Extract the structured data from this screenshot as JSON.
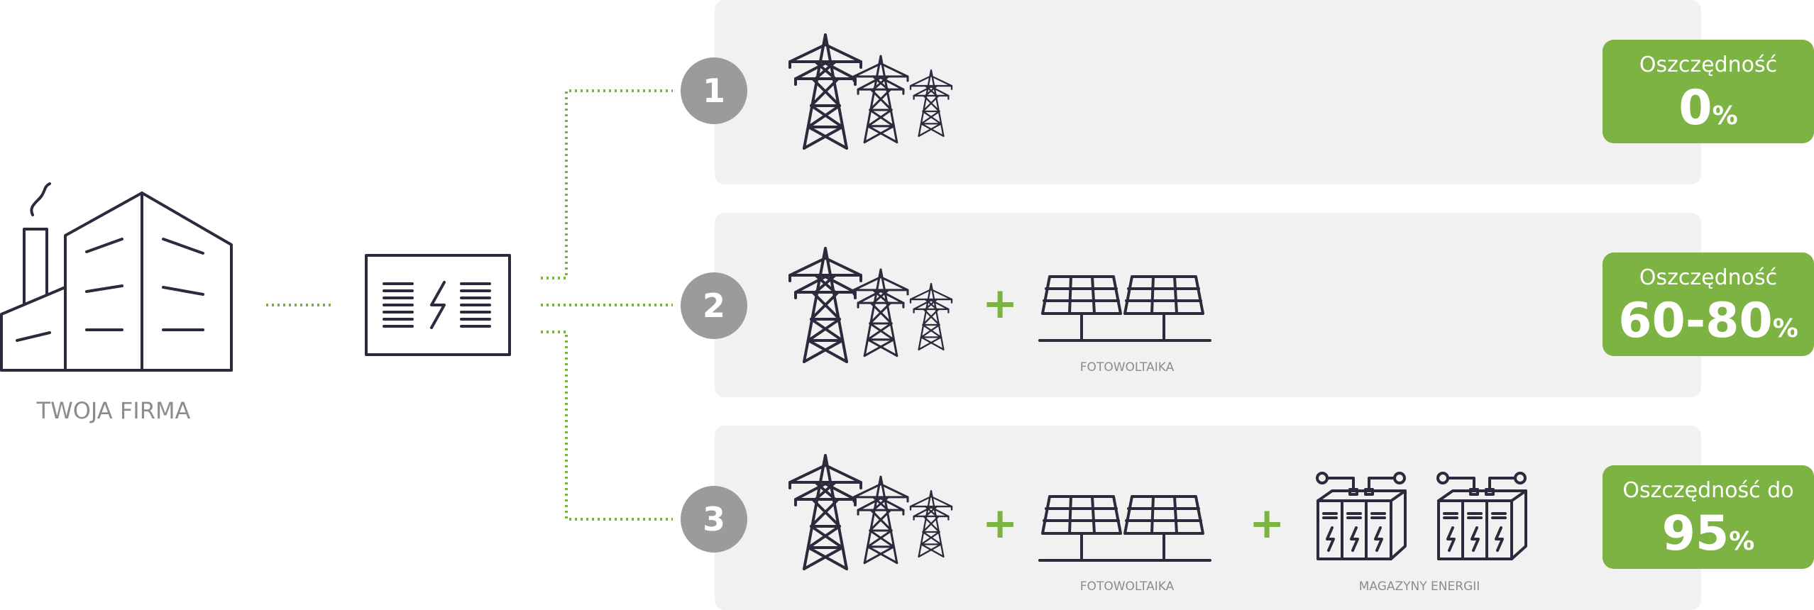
{
  "company": {
    "label": "TWOJA FIRMA"
  },
  "options": [
    {
      "number": "1",
      "savings_label": "Oszczędność",
      "savings_value": "0",
      "savings_unit": "%"
    },
    {
      "number": "2",
      "savings_label": "Oszczędność",
      "savings_value": "60-80",
      "savings_unit": "%",
      "pv_caption": "FOTOWOLTAIKA",
      "plus": "+"
    },
    {
      "number": "3",
      "savings_label": "Oszczędność do",
      "savings_value": "95",
      "savings_unit": "%",
      "pv_caption": "FOTOWOLTAIKA",
      "storage_caption": "MAGAZYNY ENERGII",
      "plus": "+"
    }
  ],
  "colors": {
    "accent": "#7cb342",
    "panel": "#f1f1f1",
    "circle": "#9b9b9b",
    "line": "#2c2a3c"
  }
}
